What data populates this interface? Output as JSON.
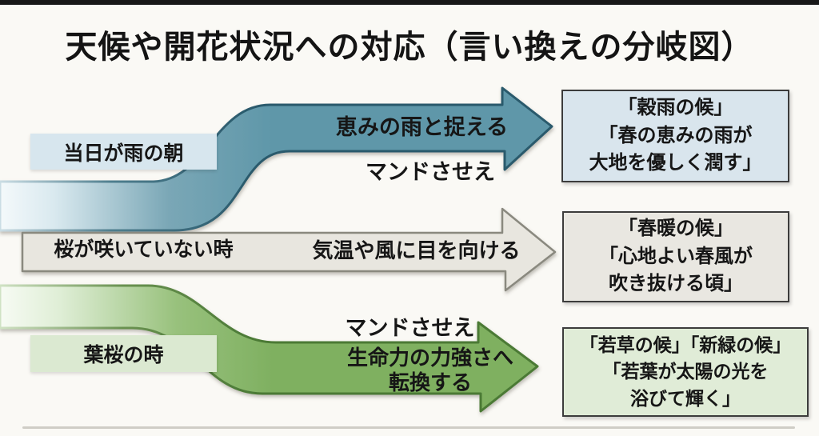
{
  "page": {
    "title": "天候や開花状況への対応（言い換えの分岐図）"
  },
  "branches": [
    {
      "condition": "当日が雨の朝",
      "action": "恵みの雨と捉える",
      "note": "マンドさせえ",
      "result_lines": [
        "「穀雨の候」",
        "「春の恵みの雨が",
        "大地を優しく潤す」"
      ],
      "arrow_shape": "s-curve-up",
      "colors": {
        "arrow_fill": "#5f97a9",
        "arrow_outline": "#2a5a6c",
        "condition_bg": "#d7e6ee",
        "result_bg": "#d9e5ed"
      }
    },
    {
      "condition": "桜が咲いていない時",
      "action": "気温や風に目を向ける",
      "note": "",
      "result_lines": [
        "「春暖の候」",
        "「心地よい春風が",
        "吹き抜ける頃」"
      ],
      "arrow_shape": "straight",
      "colors": {
        "arrow_fill": "#e8e6df",
        "arrow_outline": "#8a897f",
        "condition_bg": "#e8e6df",
        "result_bg": "#e9e7e1"
      }
    },
    {
      "condition": "葉桜の時",
      "action_lines": [
        "生命力の力強さへ",
        "転換する"
      ],
      "note": "マンドさせえ",
      "result_lines": [
        "「若草の候」「新緑の候」",
        "「若葉が太陽の光を",
        "浴びて輝く」"
      ],
      "arrow_shape": "s-curve-down",
      "colors": {
        "arrow_fill": "#7fb061",
        "arrow_outline": "#4b7a36",
        "condition_bg": "#dbe9d1",
        "result_bg": "#e0ecd7"
      }
    }
  ]
}
